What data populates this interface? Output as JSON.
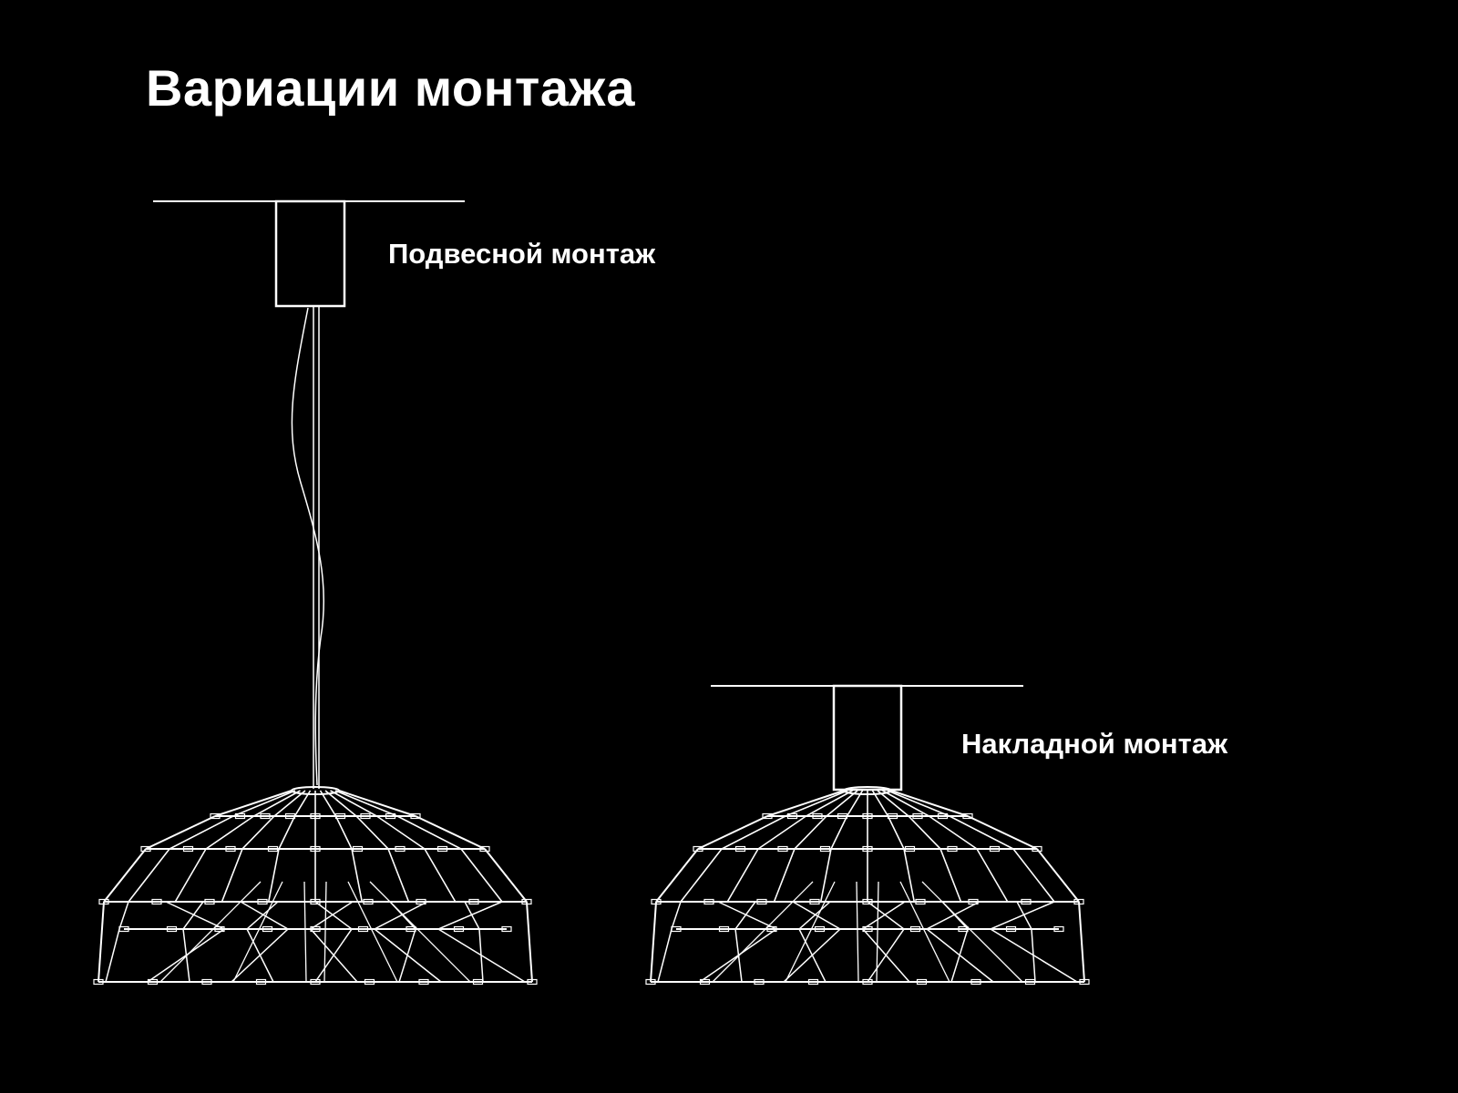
{
  "title": "Вариации монтажа",
  "variants": [
    {
      "label": "Подвесной монтаж"
    },
    {
      "label": "Накладной монтаж"
    }
  ],
  "colors": {
    "background": "#000000",
    "line": "#ffffff"
  }
}
